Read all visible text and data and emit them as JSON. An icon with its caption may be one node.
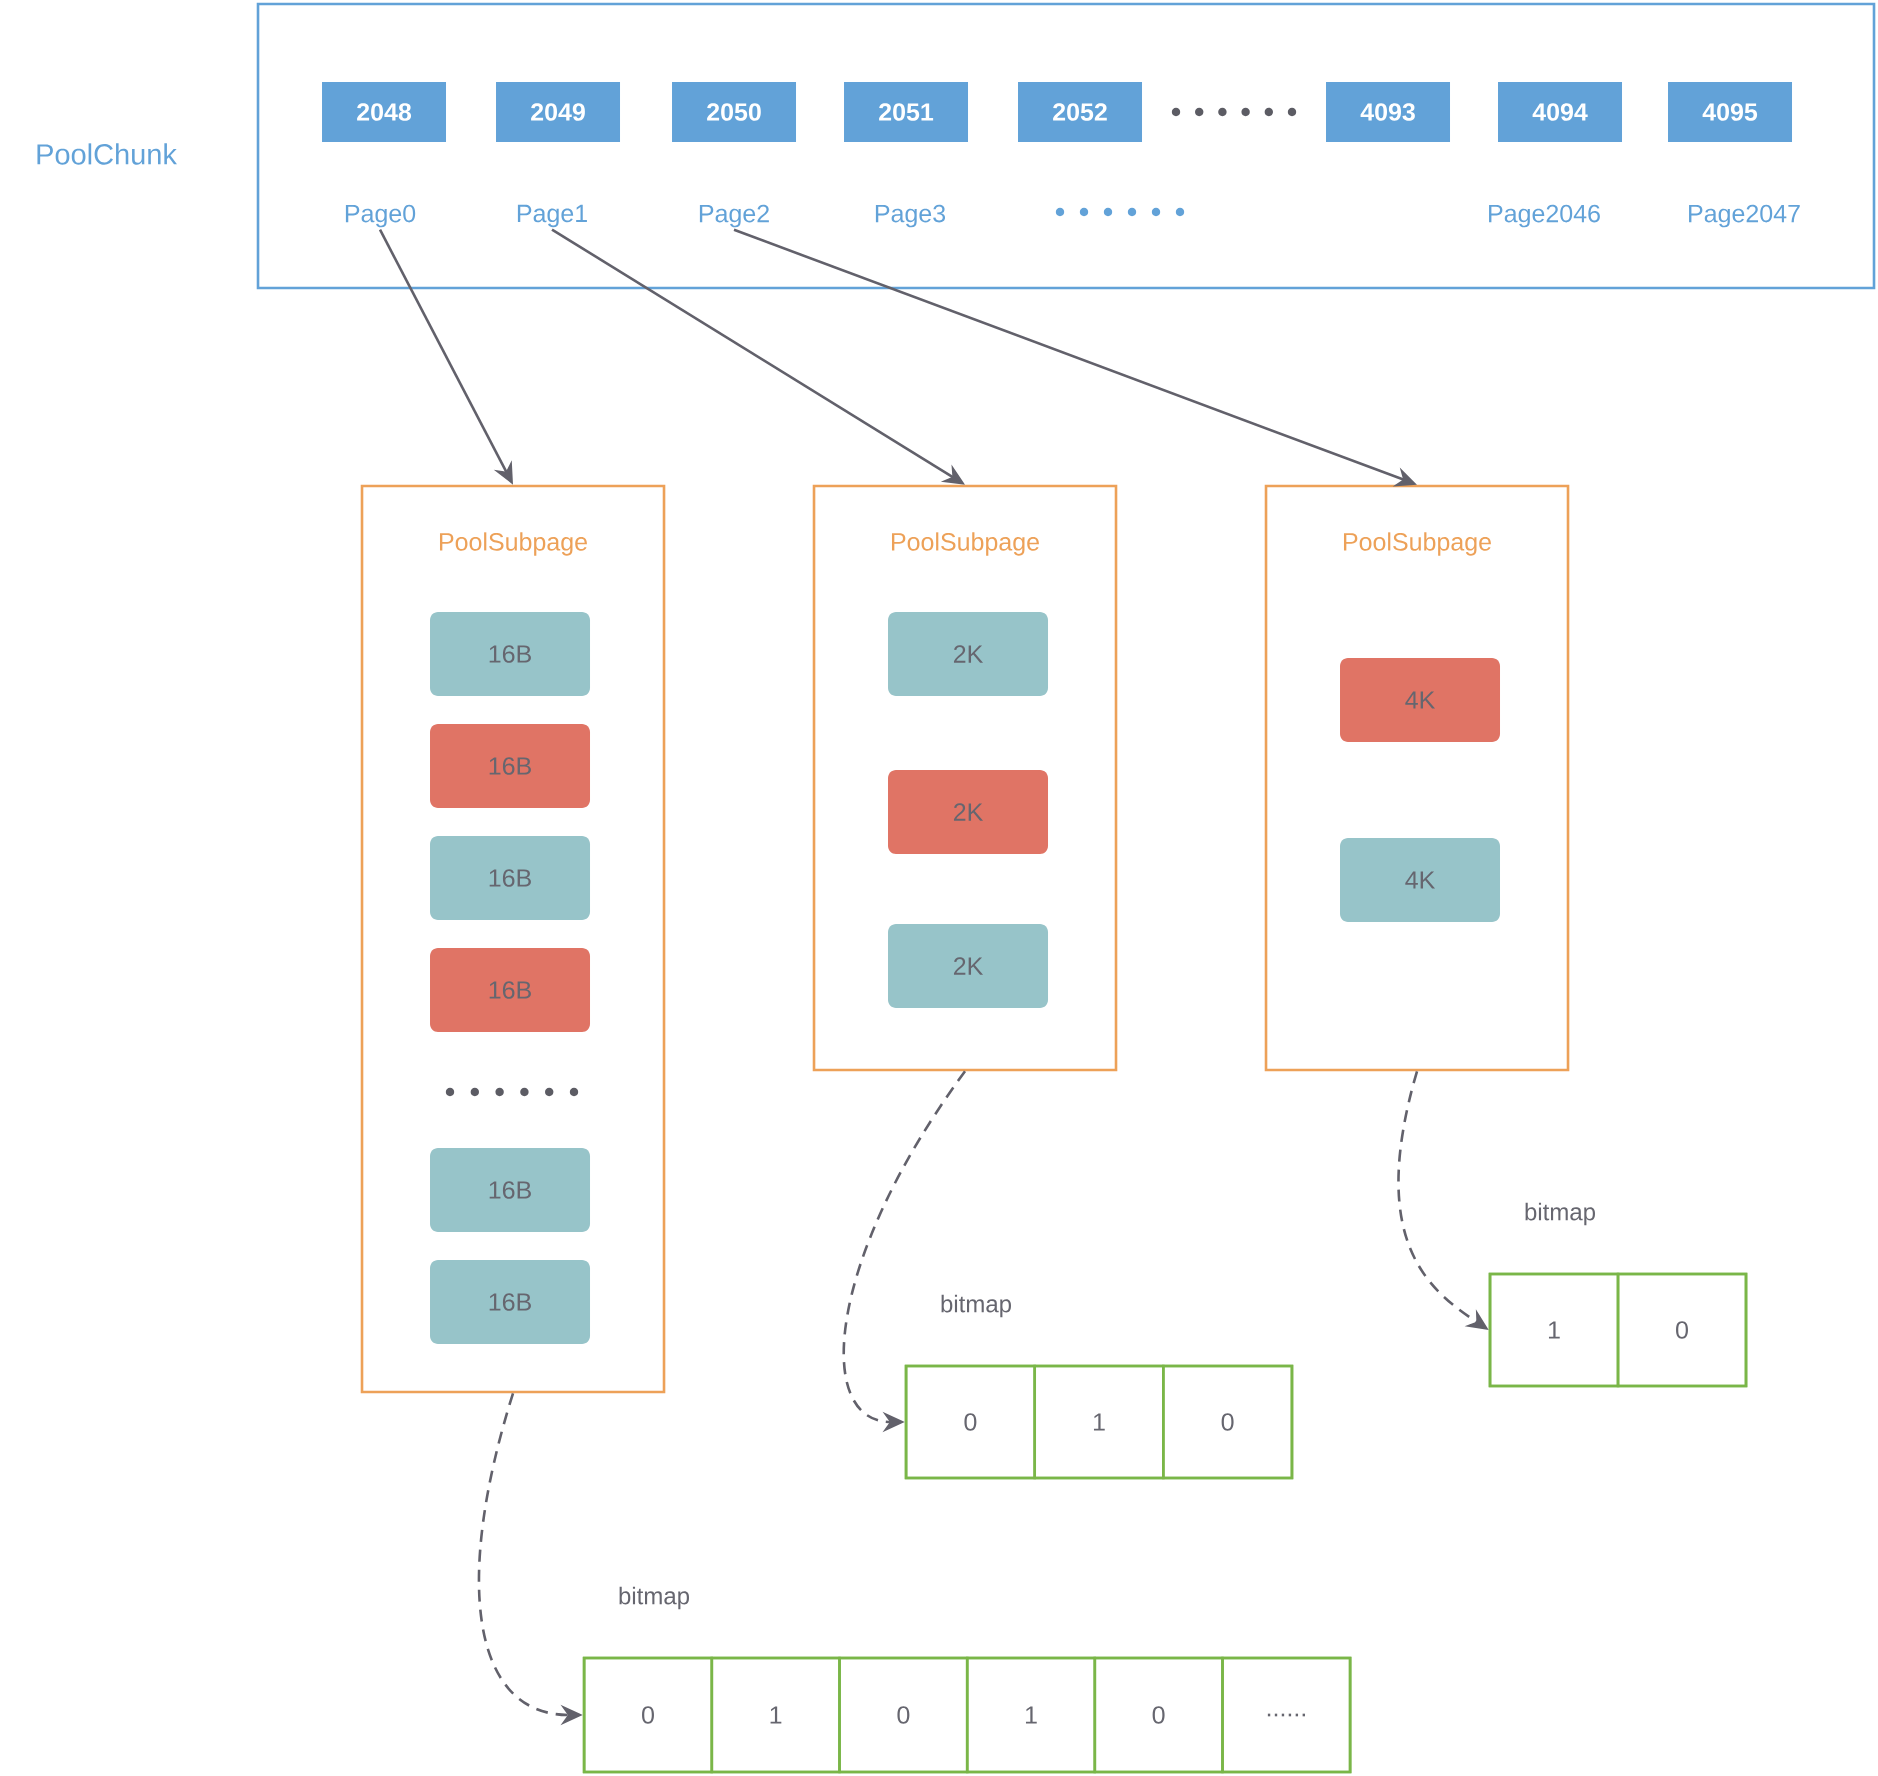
{
  "diagram": {
    "nodes": [
      {
        "text": [
          "PoolChunk"
        ]
      },
      {
        "text": [
          "2048"
        ],
        "in": 0
      },
      {
        "text": [
          "2049"
        ],
        "in": 0
      },
      {
        "text": [
          "2050"
        ],
        "in": 0
      },
      {
        "text": [
          "2051"
        ],
        "in": 0
      },
      {
        "text": [
          "2052"
        ],
        "in": 0
      },
      {
        "text": [
          "4093"
        ],
        "in": 0
      },
      {
        "text": [
          "4094"
        ],
        "in": 0
      },
      {
        "text": [
          "4095"
        ],
        "in": 0
      },
      {
        "text": [
          "Page0"
        ],
        "in": 0
      },
      {
        "text": [
          "Page1"
        ],
        "in": 0
      },
      {
        "text": [
          "Page2"
        ],
        "in": 0
      },
      {
        "text": [
          "Page3"
        ],
        "in": 0
      },
      {
        "text": [
          "Page2046"
        ],
        "in": 0
      },
      {
        "text": [
          "Page2047"
        ],
        "in": 0
      },
      {
        "text": [
          "PoolSubpage"
        ]
      },
      {
        "text": [
          "16B"
        ],
        "in": 15
      },
      {
        "text": [
          "16B"
        ],
        "in": 15
      },
      {
        "text": [
          "16B"
        ],
        "in": 15
      },
      {
        "text": [
          "16B"
        ],
        "in": 15
      },
      {
        "text": [
          "16B"
        ],
        "in": 15
      },
      {
        "text": [
          "16B"
        ],
        "in": 15
      },
      {
        "text": [
          "PoolSubpage"
        ]
      },
      {
        "text": [
          "2K"
        ],
        "in": 22
      },
      {
        "text": [
          "2K"
        ],
        "in": 22
      },
      {
        "text": [
          "2K"
        ],
        "in": 22
      },
      {
        "text": [
          "PoolSubpage"
        ]
      },
      {
        "text": [
          "4K"
        ],
        "in": 26
      },
      {
        "text": [
          "4K"
        ],
        "in": 26
      },
      {
        "text": [
          "bitmap"
        ]
      },
      {
        "text": [
          "1"
        ],
        "in": 29
      },
      {
        "text": [
          "0"
        ],
        "in": 29
      },
      {
        "text": [
          "bitmap"
        ]
      },
      {
        "text": [
          "0"
        ],
        "in": 32
      },
      {
        "text": [
          "1"
        ],
        "in": 32
      },
      {
        "text": [
          "0"
        ],
        "in": 32
      },
      {
        "text": [
          "bitmap"
        ]
      },
      {
        "text": [
          "0"
        ],
        "in": 36
      },
      {
        "text": [
          "1"
        ],
        "in": 36
      },
      {
        "text": [
          "0"
        ],
        "in": 36
      },
      {
        "text": [
          "1"
        ],
        "in": 36
      },
      {
        "text": [
          "0"
        ],
        "in": 36
      },
      {
        "text": [
          "......"
        ],
        "in": 36
      }
    ],
    "edges": [
      {
        "from": 9,
        "to": 15,
        "arrow": "to"
      },
      {
        "from": 10,
        "to": 22,
        "arrow": "to"
      },
      {
        "from": 11,
        "to": 26,
        "arrow": "to"
      },
      {
        "from": 15,
        "to": 36,
        "arrow": "to",
        "style": "dashed"
      },
      {
        "from": 22,
        "to": 32,
        "arrow": "to",
        "style": "dashed"
      },
      {
        "from": 26,
        "to": 29,
        "arrow": "to",
        "style": "dashed"
      }
    ]
  }
}
